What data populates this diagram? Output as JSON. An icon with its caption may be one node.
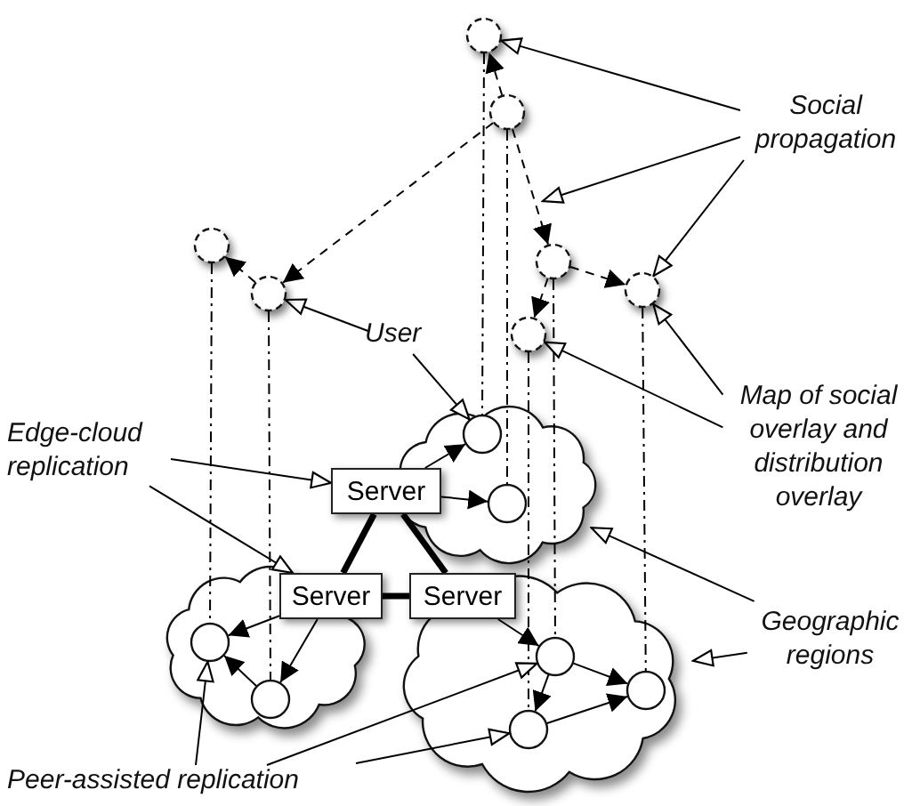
{
  "diagram": {
    "nodes": [
      {
        "text": [],
        "shape": "circle"
      },
      {
        "text": [],
        "shape": "circle"
      },
      {
        "text": [
          "Social propagation"
        ]
      },
      {
        "text": [],
        "shape": "circle"
      },
      {
        "text": [],
        "shape": "circle"
      },
      {
        "text": [],
        "shape": "circle"
      },
      {
        "text": [],
        "shape": "circle"
      },
      {
        "text": [],
        "shape": "circle"
      },
      {
        "text": [
          "User"
        ]
      },
      {
        "text": [
          "Map of social overlay and distribution overlay"
        ]
      },
      {
        "text": [
          "Edge-cloud replication"
        ]
      },
      {
        "text": [],
        "shape": "cloud"
      },
      {
        "text": [],
        "shape": "circle",
        "in": 11
      },
      {
        "text": [
          "Server"
        ]
      },
      {
        "text": [],
        "shape": "circle",
        "in": 11
      },
      {
        "text": [],
        "shape": "cloud"
      },
      {
        "text": [],
        "shape": "cloud"
      },
      {
        "text": [
          "Server"
        ]
      },
      {
        "text": [
          "Server"
        ]
      },
      {
        "text": [],
        "shape": "circle",
        "in": 15
      },
      {
        "text": [],
        "shape": "circle",
        "in": 16
      },
      {
        "text": [
          "Geographic regions"
        ]
      },
      {
        "text": [],
        "shape": "circle",
        "in": 16
      },
      {
        "text": [],
        "shape": "circle",
        "in": 15
      },
      {
        "text": [],
        "shape": "circle",
        "in": 16
      },
      {
        "text": [
          "Peer-assisted replication"
        ]
      }
    ],
    "edges": [
      {
        "from": 1,
        "to": 0,
        "arrow": "to",
        "style": "dashed"
      },
      {
        "from": 1,
        "to": 4,
        "arrow": "to",
        "style": "dashed"
      },
      {
        "from": 1,
        "to": 5,
        "arrow": "to",
        "style": "dashed"
      },
      {
        "from": 4,
        "to": 3,
        "arrow": "to",
        "style": "dashed"
      },
      {
        "from": 5,
        "to": 7,
        "arrow": "to",
        "style": "dashed"
      },
      {
        "from": 5,
        "to": 6,
        "arrow": "to",
        "style": "dashed"
      },
      {
        "from": 0,
        "to": 12,
        "arrow": "none",
        "style": "dashed"
      },
      {
        "from": 1,
        "to": 14,
        "arrow": "none",
        "style": "dashed"
      },
      {
        "from": 3,
        "to": 19,
        "arrow": "none",
        "style": "dashed"
      },
      {
        "from": 4,
        "to": 23,
        "arrow": "none",
        "style": "dashed"
      },
      {
        "from": 5,
        "to": 20,
        "arrow": "none",
        "style": "dashed"
      },
      {
        "from": 6,
        "to": 22,
        "arrow": "none",
        "style": "dashed"
      },
      {
        "from": 7,
        "to": 24,
        "arrow": "none",
        "style": "dashed"
      },
      {
        "from": 13,
        "to": 12,
        "arrow": "to"
      },
      {
        "from": 13,
        "to": 14,
        "arrow": "to"
      },
      {
        "from": 17,
        "to": 19,
        "arrow": "to"
      },
      {
        "from": 17,
        "to": 23,
        "arrow": "to"
      },
      {
        "from": 18,
        "to": 20,
        "arrow": "to"
      },
      {
        "from": 23,
        "to": 19,
        "arrow": "to"
      },
      {
        "from": 20,
        "to": 22,
        "arrow": "to"
      },
      {
        "from": 20,
        "to": 24,
        "arrow": "to"
      },
      {
        "from": 24,
        "to": 22,
        "arrow": "to"
      },
      {
        "from": 13,
        "to": 17,
        "arrow": "none",
        "style": "thick"
      },
      {
        "from": 13,
        "to": 18,
        "arrow": "none",
        "style": "thick"
      },
      {
        "from": 17,
        "to": 18,
        "arrow": "none",
        "style": "thick"
      },
      {
        "from": 2,
        "to": 0,
        "arrow": "to"
      },
      {
        "from": 2,
        "to": null,
        "arrow": "to"
      },
      {
        "from": 2,
        "to": 6,
        "arrow": "to"
      },
      {
        "from": 8,
        "to": 4,
        "arrow": "to"
      },
      {
        "from": 8,
        "to": 12,
        "arrow": "to"
      },
      {
        "from": 9,
        "to": 6,
        "arrow": "to"
      },
      {
        "from": 9,
        "to": 7,
        "arrow": "to"
      },
      {
        "from": 10,
        "to": 13,
        "arrow": "to"
      },
      {
        "from": 10,
        "to": 17,
        "arrow": "to"
      },
      {
        "from": 21,
        "to": 11,
        "arrow": "to"
      },
      {
        "from": 21,
        "to": 16,
        "arrow": "to"
      },
      {
        "from": 25,
        "to": 19,
        "arrow": "to"
      },
      {
        "from": 25,
        "to": 20,
        "arrow": "to"
      },
      {
        "from": 25,
        "to": 24,
        "arrow": "to"
      }
    ]
  }
}
